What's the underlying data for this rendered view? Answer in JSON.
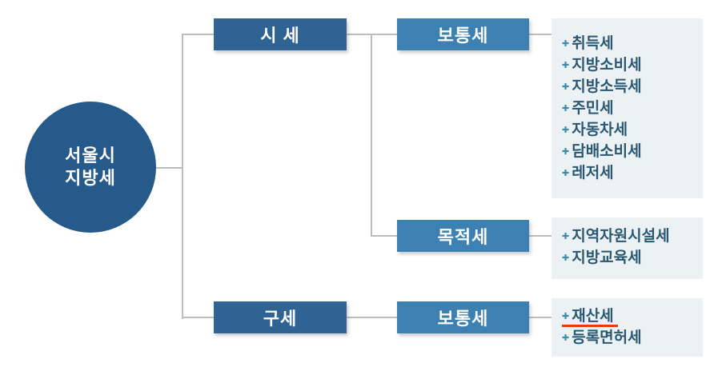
{
  "diagram": {
    "root": {
      "line1": "서울시",
      "line2": "지방세"
    },
    "level1": [
      {
        "label": "시 세"
      },
      {
        "label": "구세"
      }
    ],
    "level2": [
      {
        "label": "보통세"
      },
      {
        "label": "목적세"
      },
      {
        "label": "보통세"
      }
    ],
    "panels": [
      {
        "items": [
          "취득세",
          "지방소비세",
          "지방소득세",
          "주민세",
          "자동차세",
          "담배소비세",
          "레저세"
        ]
      },
      {
        "items": [
          "지역자원시설세",
          "지방교육세"
        ]
      },
      {
        "items": [
          "재산세",
          "등록면허세"
        ],
        "underlined_item": "재산세"
      }
    ],
    "bullet": "✚"
  },
  "colors": {
    "circle": "#265a8b",
    "level1-box": "#2e6394",
    "level2-box": "#3d80b2",
    "panel-bg": "#ecf2f4",
    "item-text": "#2a5872",
    "bullet": "#3b8bab",
    "connector": "#bcbcbc",
    "underline": "#e63b10"
  }
}
